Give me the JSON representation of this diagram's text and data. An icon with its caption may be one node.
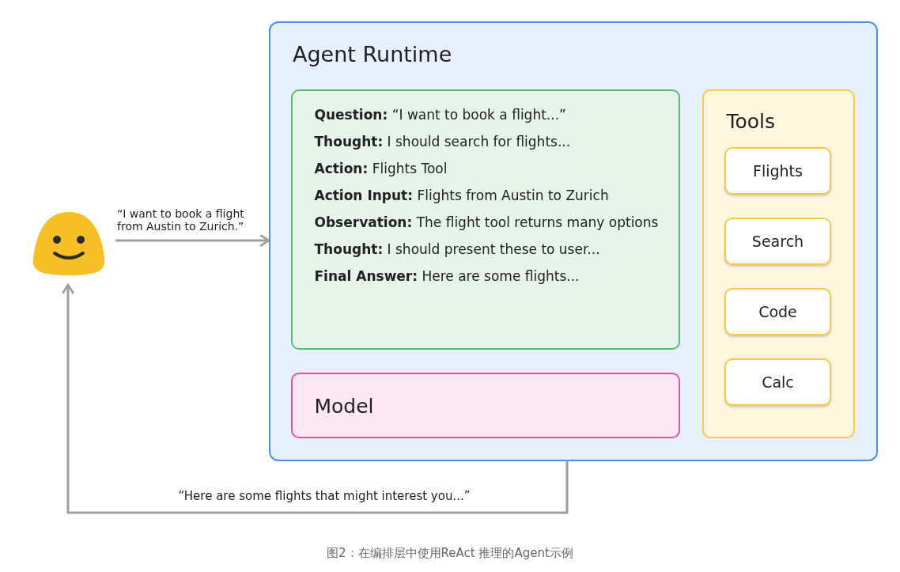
{
  "diagram": {
    "caption": "图2：在编排层中使用ReAct 推理的Agent示例",
    "nodes": [
      {
        "text": [],
        "shape": "picture"
      },
      {
        "text": [
          "Agent Runtime"
        ]
      },
      {
        "text": [
          "**Question:** “I want to book a flight...”",
          "**Thought:** I should search for flights...",
          "**Action:** Flights Tool",
          "**Action Input:** Flights from Austin to Zurich",
          "**Observation:** The flight tool returns many options",
          "**Thought:** I should present these to user...",
          "**Final Answer:** Here are some flights..."
        ],
        "in": 1
      },
      {
        "text": [
          "Model"
        ],
        "in": 1
      },
      {
        "text": [
          "Tools"
        ],
        "in": 1
      },
      {
        "text": [
          "Flights"
        ],
        "in": 4
      },
      {
        "text": [
          "Search"
        ],
        "in": 4
      },
      {
        "text": [
          "Code"
        ],
        "in": 4
      },
      {
        "text": [
          "Calc"
        ],
        "in": 4
      }
    ],
    "edges": [
      {
        "from": 0,
        "to": 1,
        "arrow": "to",
        "label": "“I want to book a flight from Austin to Zurich.”"
      },
      {
        "from": 1,
        "to": 0,
        "arrow": "to",
        "label": "“Here are some flights that might interest you...”"
      }
    ]
  }
}
